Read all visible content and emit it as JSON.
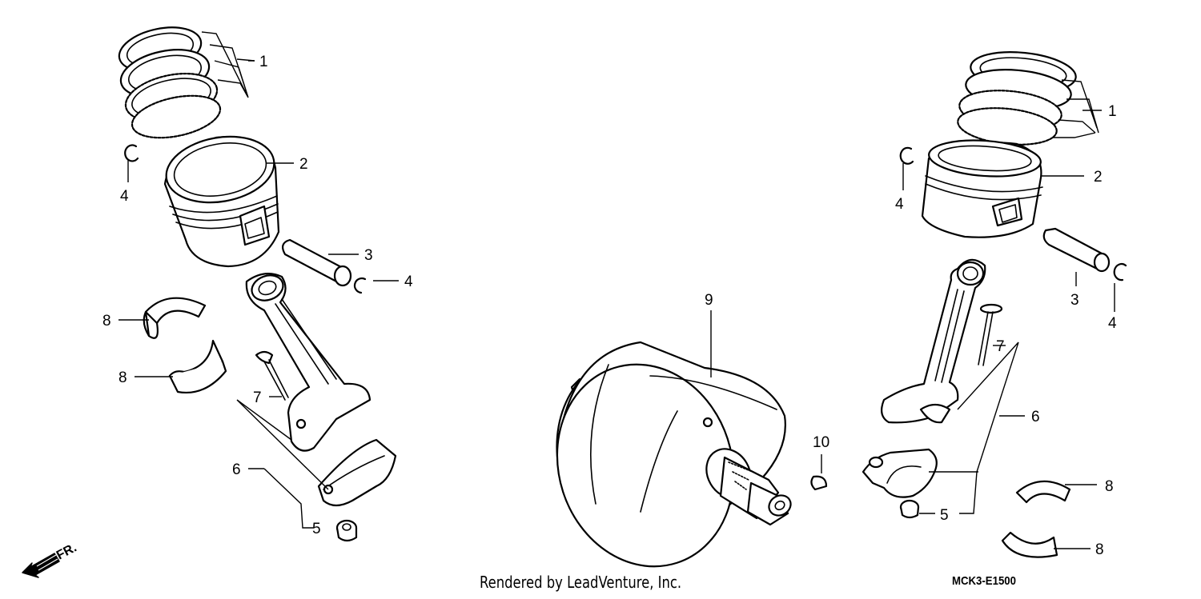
{
  "labels": {
    "piston_rings": "1",
    "piston": "2",
    "piston_pin": "3",
    "pin_clip": "4",
    "nut": "5",
    "connecting_rod": "6",
    "bolt": "7",
    "bearing": "8",
    "crankshaft": "9",
    "key": "10"
  },
  "front_marker": "FR.",
  "credit": "Rendered by LeadVenture, Inc.",
  "diagram_code": "MCK3-E1500"
}
